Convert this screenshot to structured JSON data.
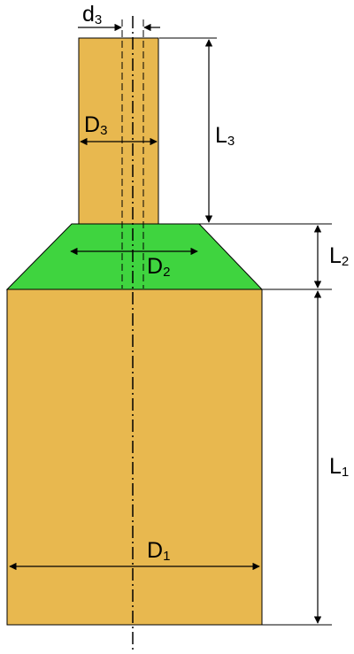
{
  "colors": {
    "body_fill": "#E8B84F",
    "taper_fill": "#3FD43F",
    "outline": "#000000",
    "background": "#FFFFFF"
  },
  "labels": {
    "d3": {
      "main": "d",
      "sub": "3"
    },
    "D3": {
      "main": "D",
      "sub": "3"
    },
    "L3": {
      "main": "L",
      "sub": "3"
    },
    "D2": {
      "main": "D",
      "sub": "2"
    },
    "L2": {
      "main": "L",
      "sub": "2"
    },
    "D1": {
      "main": "D",
      "sub": "1"
    },
    "L1": {
      "main": "L",
      "sub": "1"
    }
  }
}
